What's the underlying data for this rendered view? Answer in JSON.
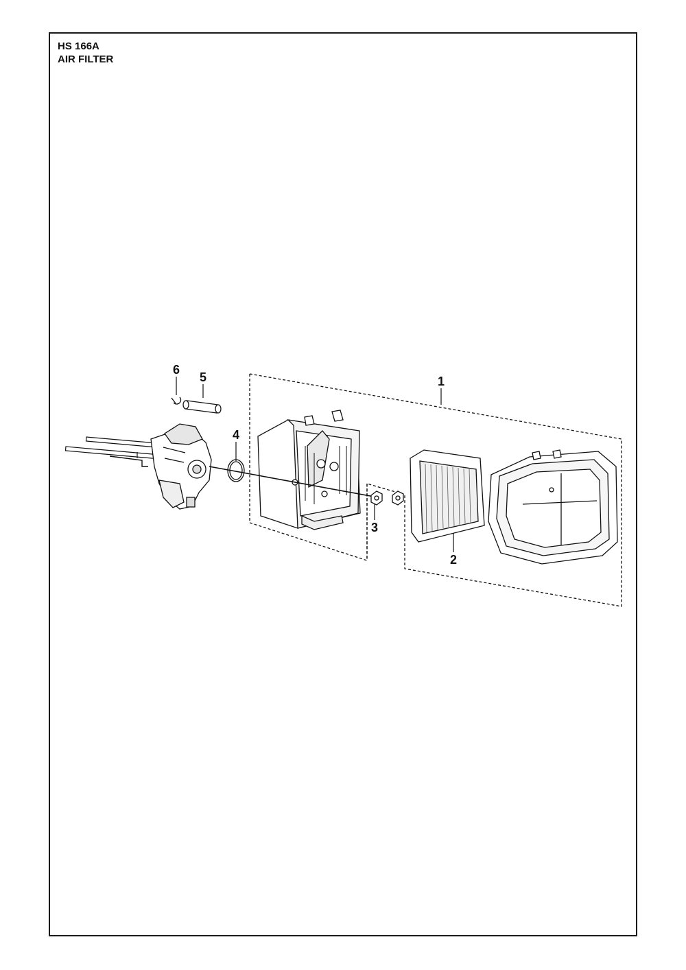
{
  "header": {
    "model": "HS 166A",
    "section": "AIR FILTER"
  },
  "callouts": [
    "1",
    "2",
    "3",
    "4",
    "5",
    "6"
  ],
  "colors": {
    "line": "#111111",
    "fill": "#ffffff",
    "shade": "#d9d9d9"
  }
}
